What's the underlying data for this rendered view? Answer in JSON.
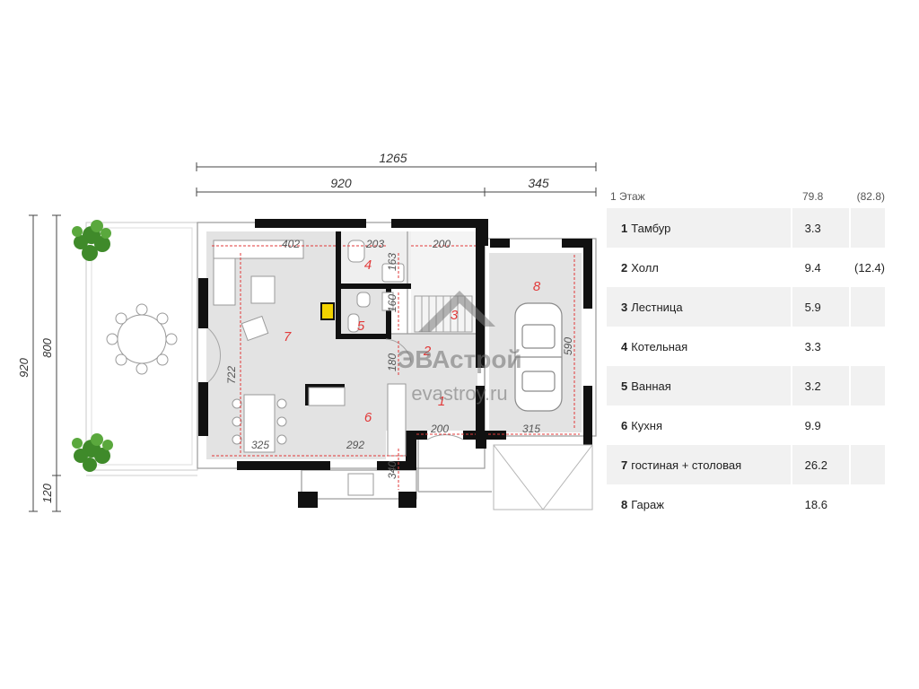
{
  "dimensions": {
    "total_width": "1265",
    "width_main": "920",
    "width_garage": "345",
    "height_outer": "920",
    "height_terrace": "800",
    "height_bottom": "120",
    "d402": "402",
    "d203": "203",
    "d200_top": "200",
    "d163": "163",
    "d160": "160",
    "d180": "180",
    "d722": "722",
    "d590": "590",
    "d325": "325",
    "d292": "292",
    "d200_bottom": "200",
    "d315": "315",
    "d340": "340"
  },
  "room_numbers": [
    "1",
    "2",
    "3",
    "4",
    "5",
    "6",
    "7",
    "8"
  ],
  "watermark": {
    "brand": "ЭВАстрой",
    "site": "evastroy.ru"
  },
  "table": {
    "header": {
      "floor": "1 Этаж",
      "area": "79.8",
      "total": "(82.8)"
    },
    "rows": [
      {
        "num": "1",
        "name": "Тамбур",
        "area": "3.3",
        "extra": ""
      },
      {
        "num": "2",
        "name": "Холл",
        "area": "9.4",
        "extra": "(12.4)"
      },
      {
        "num": "3",
        "name": "Лестница",
        "area": "5.9",
        "extra": ""
      },
      {
        "num": "4",
        "name": "Котельная",
        "area": "3.3",
        "extra": ""
      },
      {
        "num": "5",
        "name": "Ванная",
        "area": "3.2",
        "extra": ""
      },
      {
        "num": "6",
        "name": "Кухня",
        "area": "9.9",
        "extra": ""
      },
      {
        "num": "7",
        "name": "гостиная + столовая",
        "area": "26.2",
        "extra": ""
      },
      {
        "num": "8",
        "name": "Гараж",
        "area": "18.6",
        "extra": ""
      }
    ]
  },
  "colors": {
    "wall": "#111111",
    "floor": "#e3e3e3",
    "dimension_red": "#e23a3a",
    "plant": "#3f8a2a",
    "fireplace": "#f2d200"
  }
}
